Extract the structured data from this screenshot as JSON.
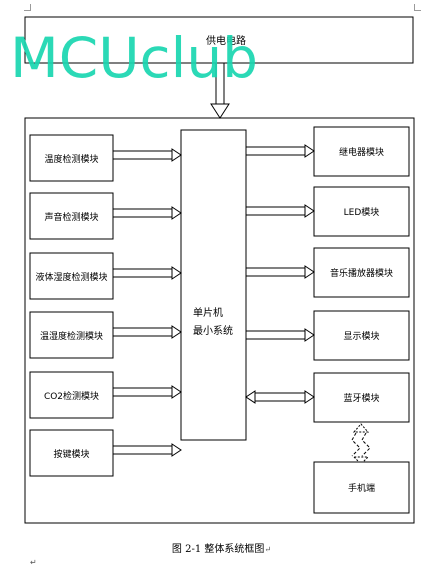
{
  "watermark": {
    "text": "MCUclub",
    "color": "#19d6b0"
  },
  "power_supply": {
    "label": "供电电路"
  },
  "mcu": {
    "line1": "单片机",
    "line2": "最小系统"
  },
  "left_modules": [
    {
      "label": "温度检测模块"
    },
    {
      "label": "声音检测模块"
    },
    {
      "label": "液体湿度检测模块"
    },
    {
      "label": "温湿度检测模块"
    },
    {
      "label": "CO2检测模块"
    },
    {
      "label": "按键模块"
    }
  ],
  "right_modules": [
    {
      "label": "继电器模块"
    },
    {
      "label": "LED模块"
    },
    {
      "label": "音乐播放器模块"
    },
    {
      "label": "显示模块"
    },
    {
      "label": "蓝牙模块"
    }
  ],
  "phone": {
    "label": "手机端"
  },
  "caption": {
    "text": "图 2-1  整体系统框图",
    "mark": "↵"
  },
  "paragraph_mark": "↵"
}
